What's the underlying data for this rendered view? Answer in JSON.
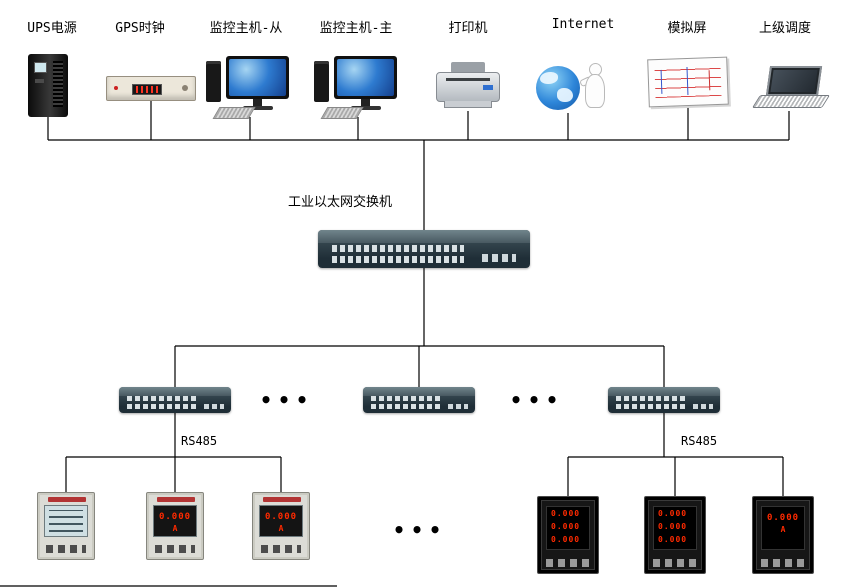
{
  "colors": {
    "wire": "#000000",
    "screen_blue": "#2e7bd0",
    "led_red": "#ff2a00"
  },
  "labels": {
    "devices": [
      "UPS电源",
      "GPS时钟",
      "监控主机-从",
      "监控主机-主",
      "打印机",
      "Internet",
      "模拟屏",
      "上级调度"
    ],
    "main_switch": "工业以太网交换机",
    "rs485": "RS485",
    "ellipsis": "•••"
  },
  "meters": {
    "left": [
      {
        "type": "lcd"
      },
      {
        "type": "digital",
        "value": "0.000",
        "unit": "A"
      },
      {
        "type": "digital",
        "value": "0.000",
        "unit": "A"
      }
    ],
    "right": [
      {
        "type": "multirow",
        "rows": [
          "0.000",
          "0.000",
          "0.000"
        ]
      },
      {
        "type": "multirow",
        "rows": [
          "0.000",
          "0.000",
          "0.000"
        ]
      },
      {
        "type": "digital",
        "value": "0.000",
        "unit": "A"
      }
    ]
  }
}
